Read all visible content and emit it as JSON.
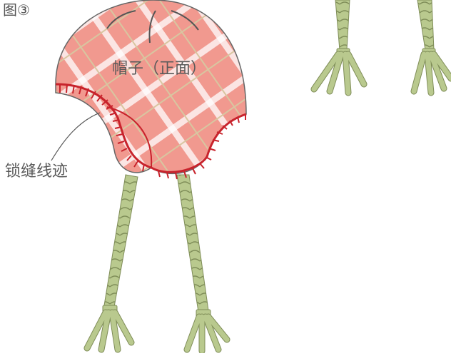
{
  "figure_label": "图③",
  "hat_label": "帽子（正面）",
  "stitch_label": "锁缝线迹",
  "colors": {
    "hat_fill": "#f1998f",
    "plaid_white": "#ffffff",
    "plaid_tan": "#d8c6a0",
    "blanket_stitch": "#c8232c",
    "braid": "#b9c98e",
    "braid_stroke": "#7f8d58",
    "outline": "#666666"
  }
}
